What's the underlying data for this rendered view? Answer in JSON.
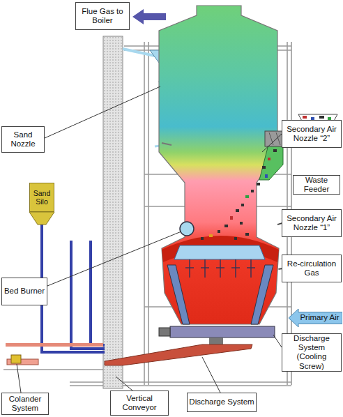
{
  "diagram": {
    "nodes": [
      {
        "text": [
          "Flue Gas to Boiler"
        ]
      },
      {
        "text": [
          "Secondary Air Nozzle “2”"
        ]
      },
      {
        "text": [
          "Sand Nozzle"
        ]
      },
      {
        "text": [
          "Waste Feeder"
        ]
      },
      {
        "text": [
          "Sand Silo"
        ]
      },
      {
        "text": [
          "Secondary Air Nozzle “1”"
        ]
      },
      {
        "text": [
          "Re-circulation Gas"
        ]
      },
      {
        "text": [
          "Bed Burner"
        ]
      },
      {
        "text": [
          "Primary Air"
        ]
      },
      {
        "text": [
          "Discharge System (Cooling Screw)"
        ]
      },
      {
        "text": [
          "Colander System"
        ]
      },
      {
        "text": [
          "Vertical Conveyor"
        ]
      },
      {
        "text": [
          "Discharge System"
        ]
      }
    ]
  }
}
